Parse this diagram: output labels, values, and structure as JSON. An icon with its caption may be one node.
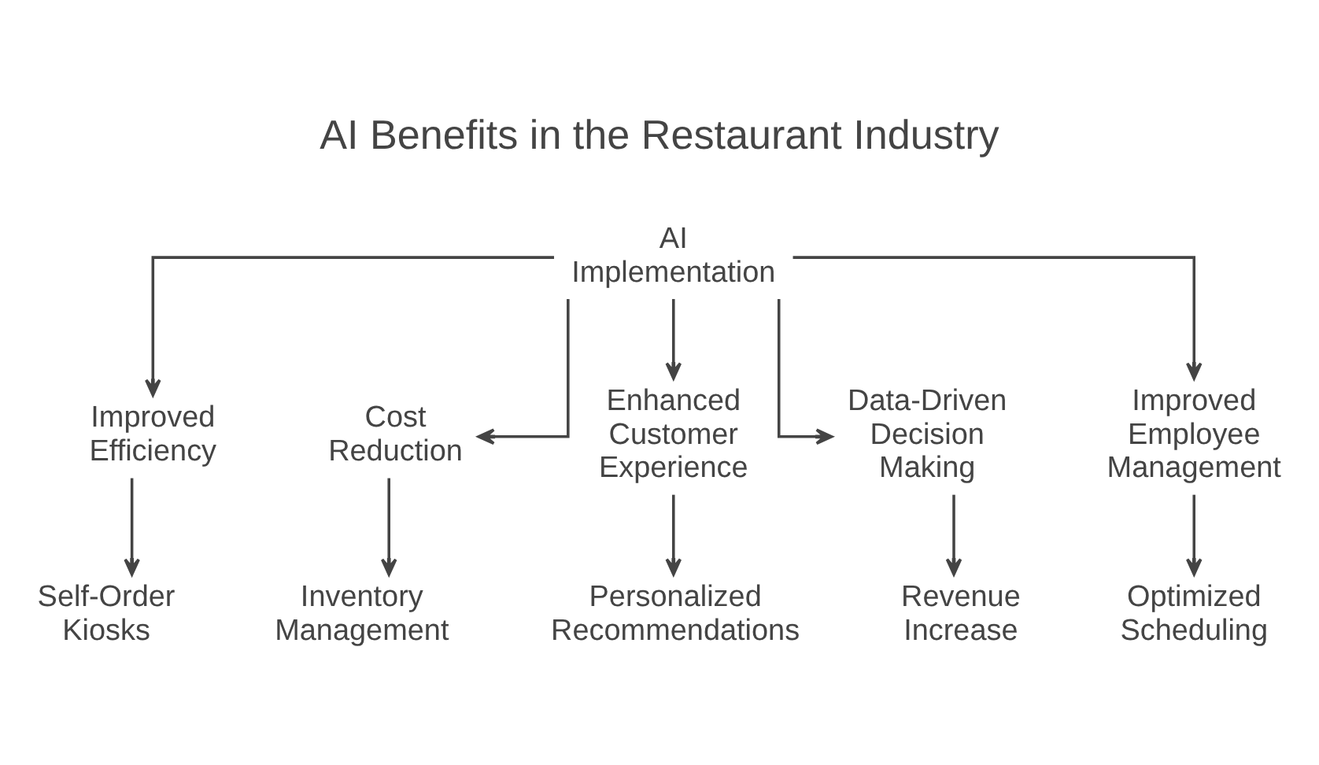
{
  "diagram": {
    "title": "AI Benefits in the Restaurant Industry",
    "nodes": [
      {
        "text": [
          "AI Implementation"
        ]
      },
      {
        "text": [
          "Improved Efficiency"
        ]
      },
      {
        "text": [
          "Cost Reduction"
        ]
      },
      {
        "text": [
          "Enhanced Customer Experience"
        ]
      },
      {
        "text": [
          "Data-Driven Decision Making"
        ]
      },
      {
        "text": [
          "Improved Employee Management"
        ]
      },
      {
        "text": [
          "Self-Order Kiosks"
        ]
      },
      {
        "text": [
          "Inventory Management"
        ]
      },
      {
        "text": [
          "Personalized Recommendations"
        ]
      },
      {
        "text": [
          "Revenue Increase"
        ]
      },
      {
        "text": [
          "Optimized Scheduling"
        ]
      }
    ],
    "edges": [
      {
        "from": 0,
        "to": 1,
        "arrow": "to"
      },
      {
        "from": 0,
        "to": 2,
        "arrow": "to"
      },
      {
        "from": 0,
        "to": 3,
        "arrow": "to"
      },
      {
        "from": 0,
        "to": 4,
        "arrow": "to"
      },
      {
        "from": 0,
        "to": 5,
        "arrow": "to"
      },
      {
        "from": 1,
        "to": 6,
        "arrow": "to"
      },
      {
        "from": 2,
        "to": 7,
        "arrow": "to"
      },
      {
        "from": 3,
        "to": 8,
        "arrow": "to"
      },
      {
        "from": 4,
        "to": 9,
        "arrow": "to"
      },
      {
        "from": 5,
        "to": 10,
        "arrow": "to"
      }
    ]
  }
}
